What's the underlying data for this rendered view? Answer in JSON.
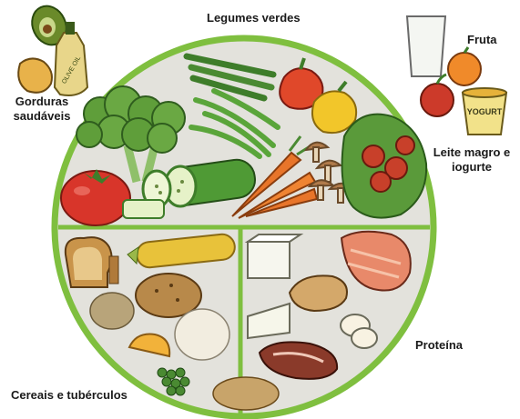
{
  "labels": {
    "vegetables": "Legumes verdes",
    "fruit": "Fruta",
    "fats_line1": "Gorduras",
    "fats_line2": "saudáveis",
    "dairy_line1": "Leite magro e",
    "dairy_line2": "iogurte",
    "protein": "Proteína",
    "grains": "Cereais e tubérculos"
  },
  "items": {
    "olive_oil_bottle_text": "OLIVE OIL",
    "yogurt_text": "YOGURT"
  },
  "colors": {
    "plate_fill": "#e3e2dc",
    "plate_rim": "#7fbf3f",
    "divider": "#7fbf3f",
    "label_text": "#1a1a1a"
  }
}
